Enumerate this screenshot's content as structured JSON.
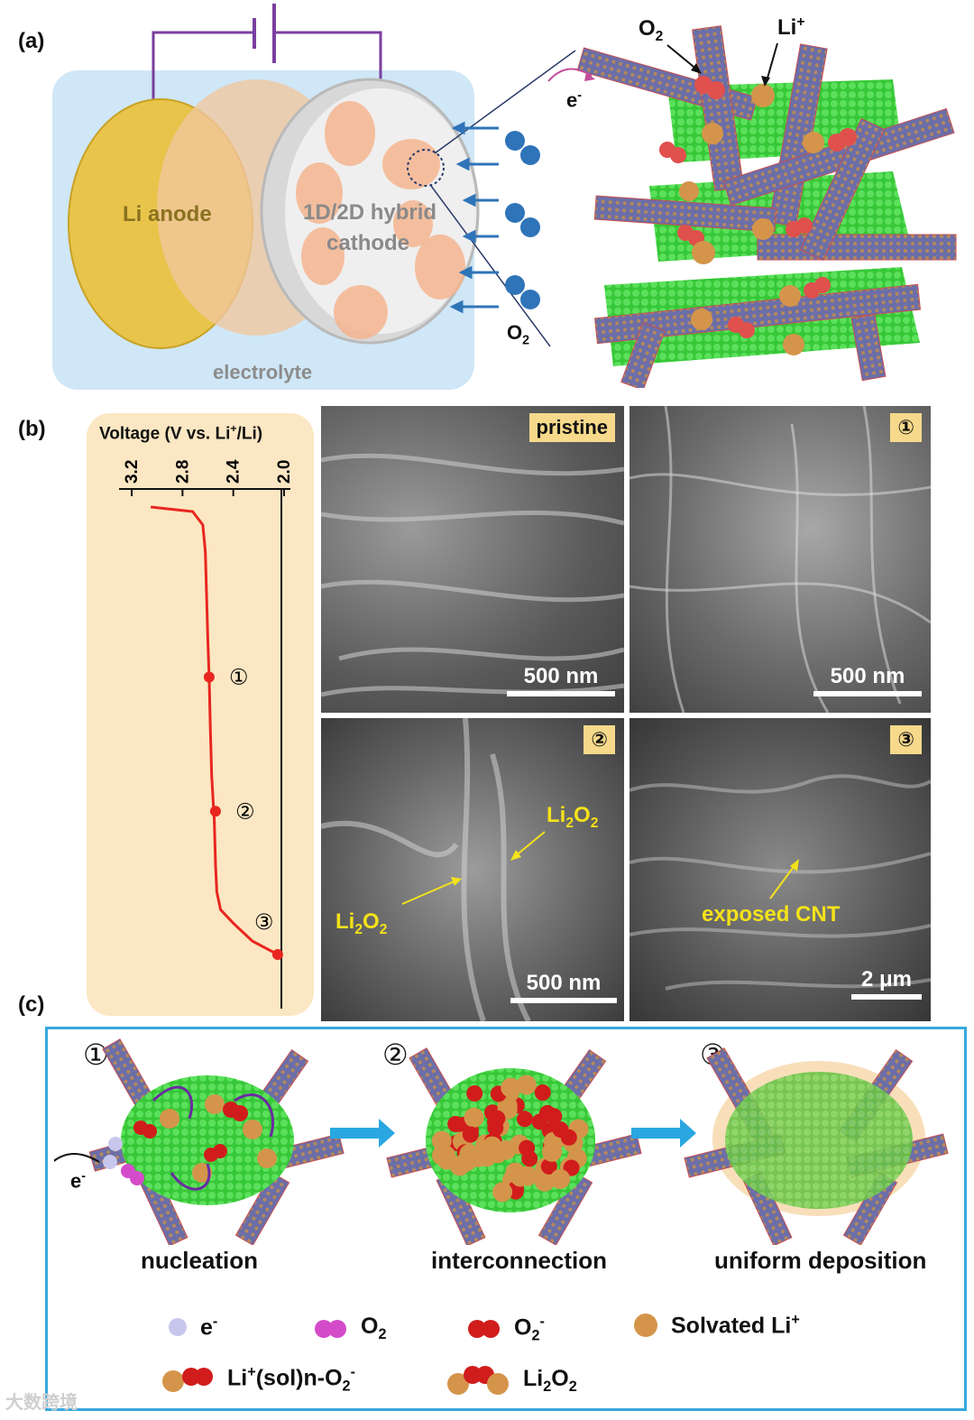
{
  "panel_a": {
    "letter": "(a)",
    "anode_label": "Li anode",
    "cathode_label_1": "1D/2D hybrid",
    "cathode_label_2": "cathode",
    "electrolyte_label": "electrolyte",
    "o2_left": "O",
    "o2_left_sub": "2",
    "o2_top": "O",
    "o2_top_sub": "2",
    "li_top": "Li",
    "li_top_sup": "+",
    "e_label": "e",
    "e_sup": "-"
  },
  "panel_b": {
    "letter": "(b)",
    "axis_title_pre": "Voltage (V vs. Li",
    "axis_title_sup": "+",
    "axis_title_post": "/Li)",
    "ticks": [
      "3.2",
      "2.8",
      "2.4",
      "2.0"
    ],
    "markers": [
      "①",
      "②",
      "③"
    ],
    "sem": {
      "pristine_tag": "pristine",
      "tag_1": "①",
      "tag_2": "②",
      "tag_3": "③",
      "scale_1": "500 nm",
      "scale_2": "500 nm",
      "scale_3": "500 nm",
      "scale_4": "2 μm",
      "li2o2_a_pre": "Li",
      "li2o2_a_sub1": "2",
      "li2o2_a_mid": "O",
      "li2o2_a_sub2": "2",
      "li2o2_b_pre": "Li",
      "li2o2_b_sub1": "2",
      "li2o2_b_mid": "O",
      "li2o2_b_sub2": "2",
      "exposed_cnt": "exposed CNT"
    }
  },
  "chart_data": {
    "type": "line",
    "ylabel": "Voltage (V vs. Li+/Li)",
    "ylim": [
      1.95,
      3.3
    ],
    "ticks": [
      3.2,
      2.8,
      2.4,
      2.0
    ],
    "orientation": "voltage on horizontal axis (reversed), progression downward",
    "series": [
      {
        "color": "#e8261f",
        "points": [
          [
            3.05,
            0.0
          ],
          [
            2.72,
            0.01
          ],
          [
            2.64,
            0.04
          ],
          [
            2.62,
            0.1
          ],
          [
            2.61,
            0.2
          ],
          [
            2.6,
            0.3
          ],
          [
            2.59,
            0.38
          ],
          [
            2.58,
            0.5
          ],
          [
            2.57,
            0.6
          ],
          [
            2.55,
            0.7
          ],
          [
            2.54,
            0.8
          ],
          [
            2.53,
            0.86
          ],
          [
            2.5,
            0.9
          ],
          [
            2.4,
            0.93
          ],
          [
            2.25,
            0.97
          ],
          [
            2.05,
            1.0
          ]
        ]
      }
    ],
    "markers": [
      {
        "label": "①",
        "voltage": 2.59,
        "progress": 0.38
      },
      {
        "label": "②",
        "voltage": 2.54,
        "progress": 0.68
      },
      {
        "label": "③",
        "voltage": 2.05,
        "progress": 1.0
      }
    ]
  },
  "panel_c": {
    "letter": "(c)",
    "stage_nums": [
      "①",
      "②",
      "③"
    ],
    "stage_labels": [
      "nucleation",
      "interconnection",
      "uniform deposition"
    ],
    "e_label": "e",
    "e_sup": "-",
    "legend": {
      "e": "e",
      "e_sup": "-",
      "o2": "O",
      "o2_sub": "2",
      "o2m": "O",
      "o2m_sub": "2",
      "o2m_sup": "-",
      "li": "Solvated Li",
      "li_sup": "+",
      "complex_pre": "Li",
      "complex_sup": "+",
      "complex_mid": "(sol)n-O",
      "complex_sub": "2",
      "complex_sup2": "-",
      "li2o2_pre": "Li",
      "li2o2_sub1": "2",
      "li2o2_mid": "O",
      "li2o2_sub2": "2"
    }
  },
  "colors": {
    "electrolyte": "#cfe7f7",
    "plot_bg": "#fbe7c3",
    "curve": "#e8261f",
    "graphene": "#3fcf3f",
    "o2_blue": "#2f74b8",
    "li": "#d4954a",
    "o2_red": "#d11c1c",
    "electron": "#c7c7ee",
    "o2_magenta": "#d44bc9",
    "border_c": "#37a8df",
    "yellow_label": "#f4e21a"
  },
  "watermark": "大数跨境"
}
